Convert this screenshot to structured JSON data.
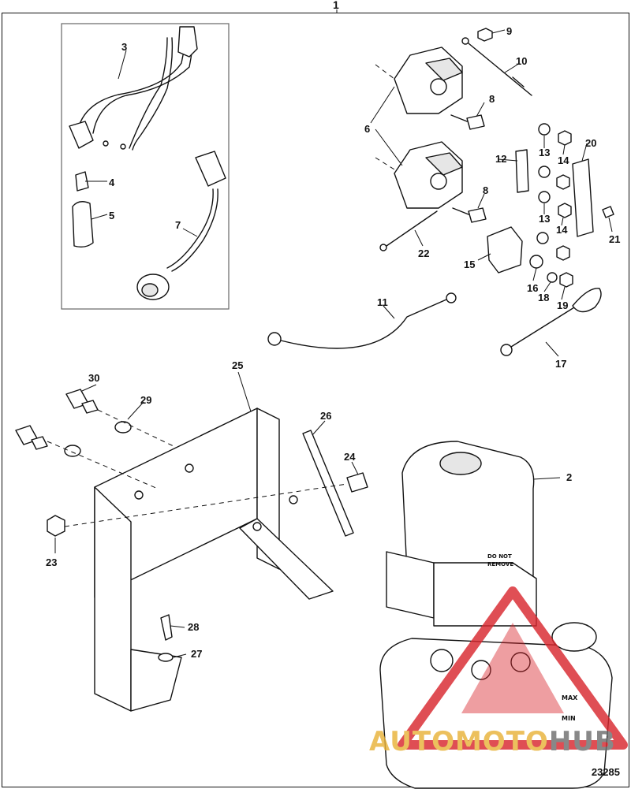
{
  "diagram": {
    "assembly_label": "1",
    "figure_number": "23285",
    "callouts": [
      "2",
      "3",
      "4",
      "5",
      "6",
      "7",
      "8",
      "8",
      "9",
      "10",
      "11",
      "12",
      "13",
      "13",
      "14",
      "14",
      "15",
      "16",
      "17",
      "18",
      "19",
      "20",
      "21",
      "22",
      "23",
      "24",
      "25",
      "26",
      "27",
      "28",
      "29",
      "30"
    ],
    "watermark": {
      "brand_part1": "AUTOMOTO",
      "brand_part2": "HUB",
      "colors": {
        "red": "#d9282f",
        "gold": "#e8b33a",
        "gray": "#6e6e6e"
      }
    },
    "decal": {
      "line1": "DO NOT",
      "line2": "REMOVE"
    },
    "reservoir_marks": {
      "max": "MAX",
      "min": "MIN"
    }
  }
}
